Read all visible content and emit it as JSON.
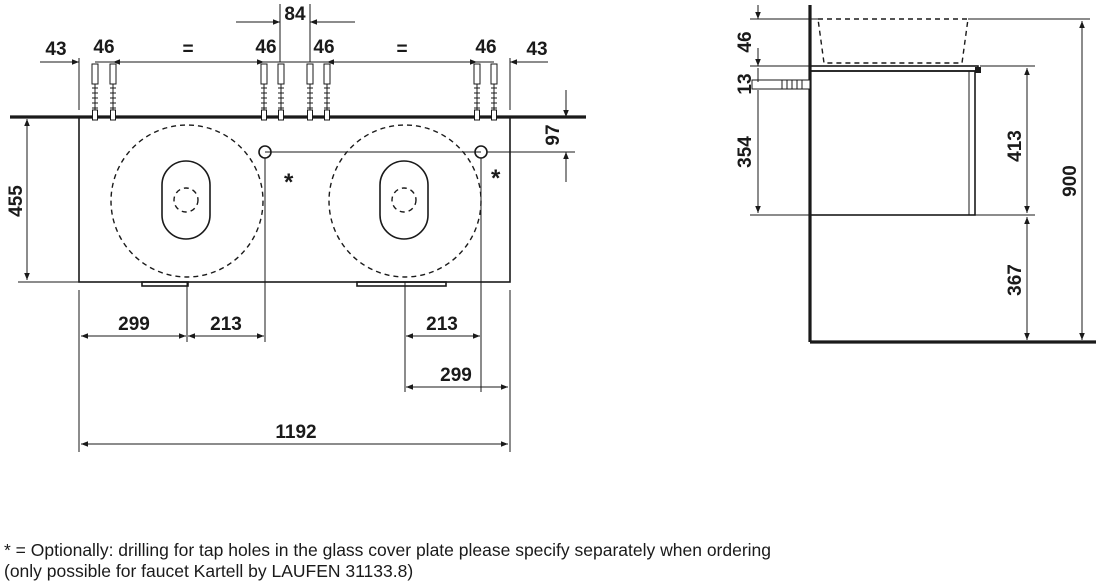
{
  "front_view": {
    "top_dims": [
      "43",
      "46",
      "=",
      "46",
      "84",
      "46",
      "=",
      "46",
      "43"
    ],
    "height_overall": "455",
    "tap_hole_offset": "97",
    "asterisk": "*",
    "bottom_left": [
      "299",
      "213"
    ],
    "bottom_right": [
      "213",
      "299"
    ],
    "overall_width": "1192"
  },
  "side_view": {
    "dims": [
      "46",
      "13",
      "354",
      "413",
      "367",
      "900"
    ]
  },
  "footnote": {
    "line1": "* = Optionally: drilling for tap holes in the glass cover plate please specify separately when ordering",
    "line2": "(only possible for faucet Kartell by LAUFEN 31133.8)"
  }
}
